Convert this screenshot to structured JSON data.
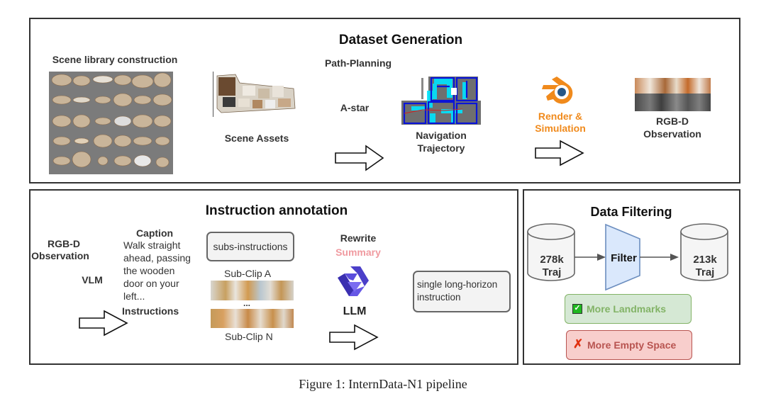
{
  "dataset_generation": {
    "title": "Dataset Generation",
    "scene_library_label": "Scene library construction",
    "scene_assets_label": "Scene Assets",
    "path_planning_label": "Path-Planning",
    "astar_label": "A-star",
    "nav_traj_line1": "Navigation",
    "nav_traj_line2": "Trajectory",
    "render_line1": "Render &",
    "render_line2": "Simulation",
    "rgbd_line1": "RGB-D",
    "rgbd_line2": "Observation",
    "render_color": "#f08a1c"
  },
  "instruction_annotation": {
    "title": "Instruction annotation",
    "rgbd_line1": "RGB-D",
    "rgbd_line2": "Observation",
    "vlm_label": "VLM",
    "caption_label": "Caption",
    "caption_text": [
      "Walk straight",
      "ahead, passing",
      "the wooden",
      "door on your",
      "left..."
    ],
    "instructions_label": "Instructions",
    "subs_instructions": "subs-instructions",
    "subclip_a": "Sub-Clip A",
    "ellipsis": "...",
    "subclip_n": "Sub-Clip N",
    "rewrite_label": "Rewrite",
    "summary_label": "Summary",
    "summary_color": "#f09aa0",
    "llm_label": "LLM",
    "long_horizon_line1": "single long-horizon",
    "long_horizon_line2": "instruction"
  },
  "data_filtering": {
    "title": "Data Filtering",
    "input_db_line1": "278k",
    "input_db_line2": "Traj",
    "filter_label": "Filter",
    "output_db_line1": "213k",
    "output_db_line2": "Traj",
    "keep_label": "More Landmarks",
    "drop_label": "More Empty Space",
    "keep_color": "#82b366",
    "drop_color": "#b85450"
  },
  "figure_caption": "Figure 1: InternData-N1 pipeline"
}
